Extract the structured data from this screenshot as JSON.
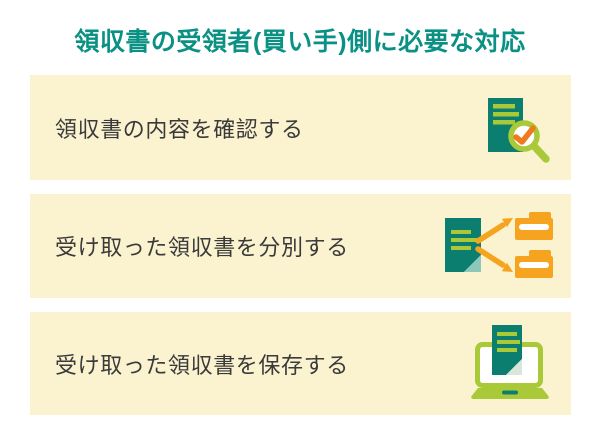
{
  "title": "領収書の受領者(買い手)側に必要な対応",
  "rows": [
    {
      "label": "領収書の内容を確認する",
      "icon": "receipt-check-magnifier-icon"
    },
    {
      "label": "受け取った領収書を分別する",
      "icon": "receipt-sort-folders-icon"
    },
    {
      "label": "受け取った領収書を保存する",
      "icon": "receipt-save-laptop-icon"
    }
  ],
  "colors": {
    "page_background": "#FFFFFF",
    "row_background": "#FBF3CF",
    "title_text": "#0A9184",
    "body_text": "#3A3A3A",
    "document_teal": "#0B7E70",
    "lime_green": "#A9C938",
    "orange": "#F6A41F",
    "check_orange": "#EE7C1E",
    "fold_seafoam": "#8CC8BA",
    "fold_pale": "#D8E6DC",
    "white": "#FFFFFF"
  }
}
